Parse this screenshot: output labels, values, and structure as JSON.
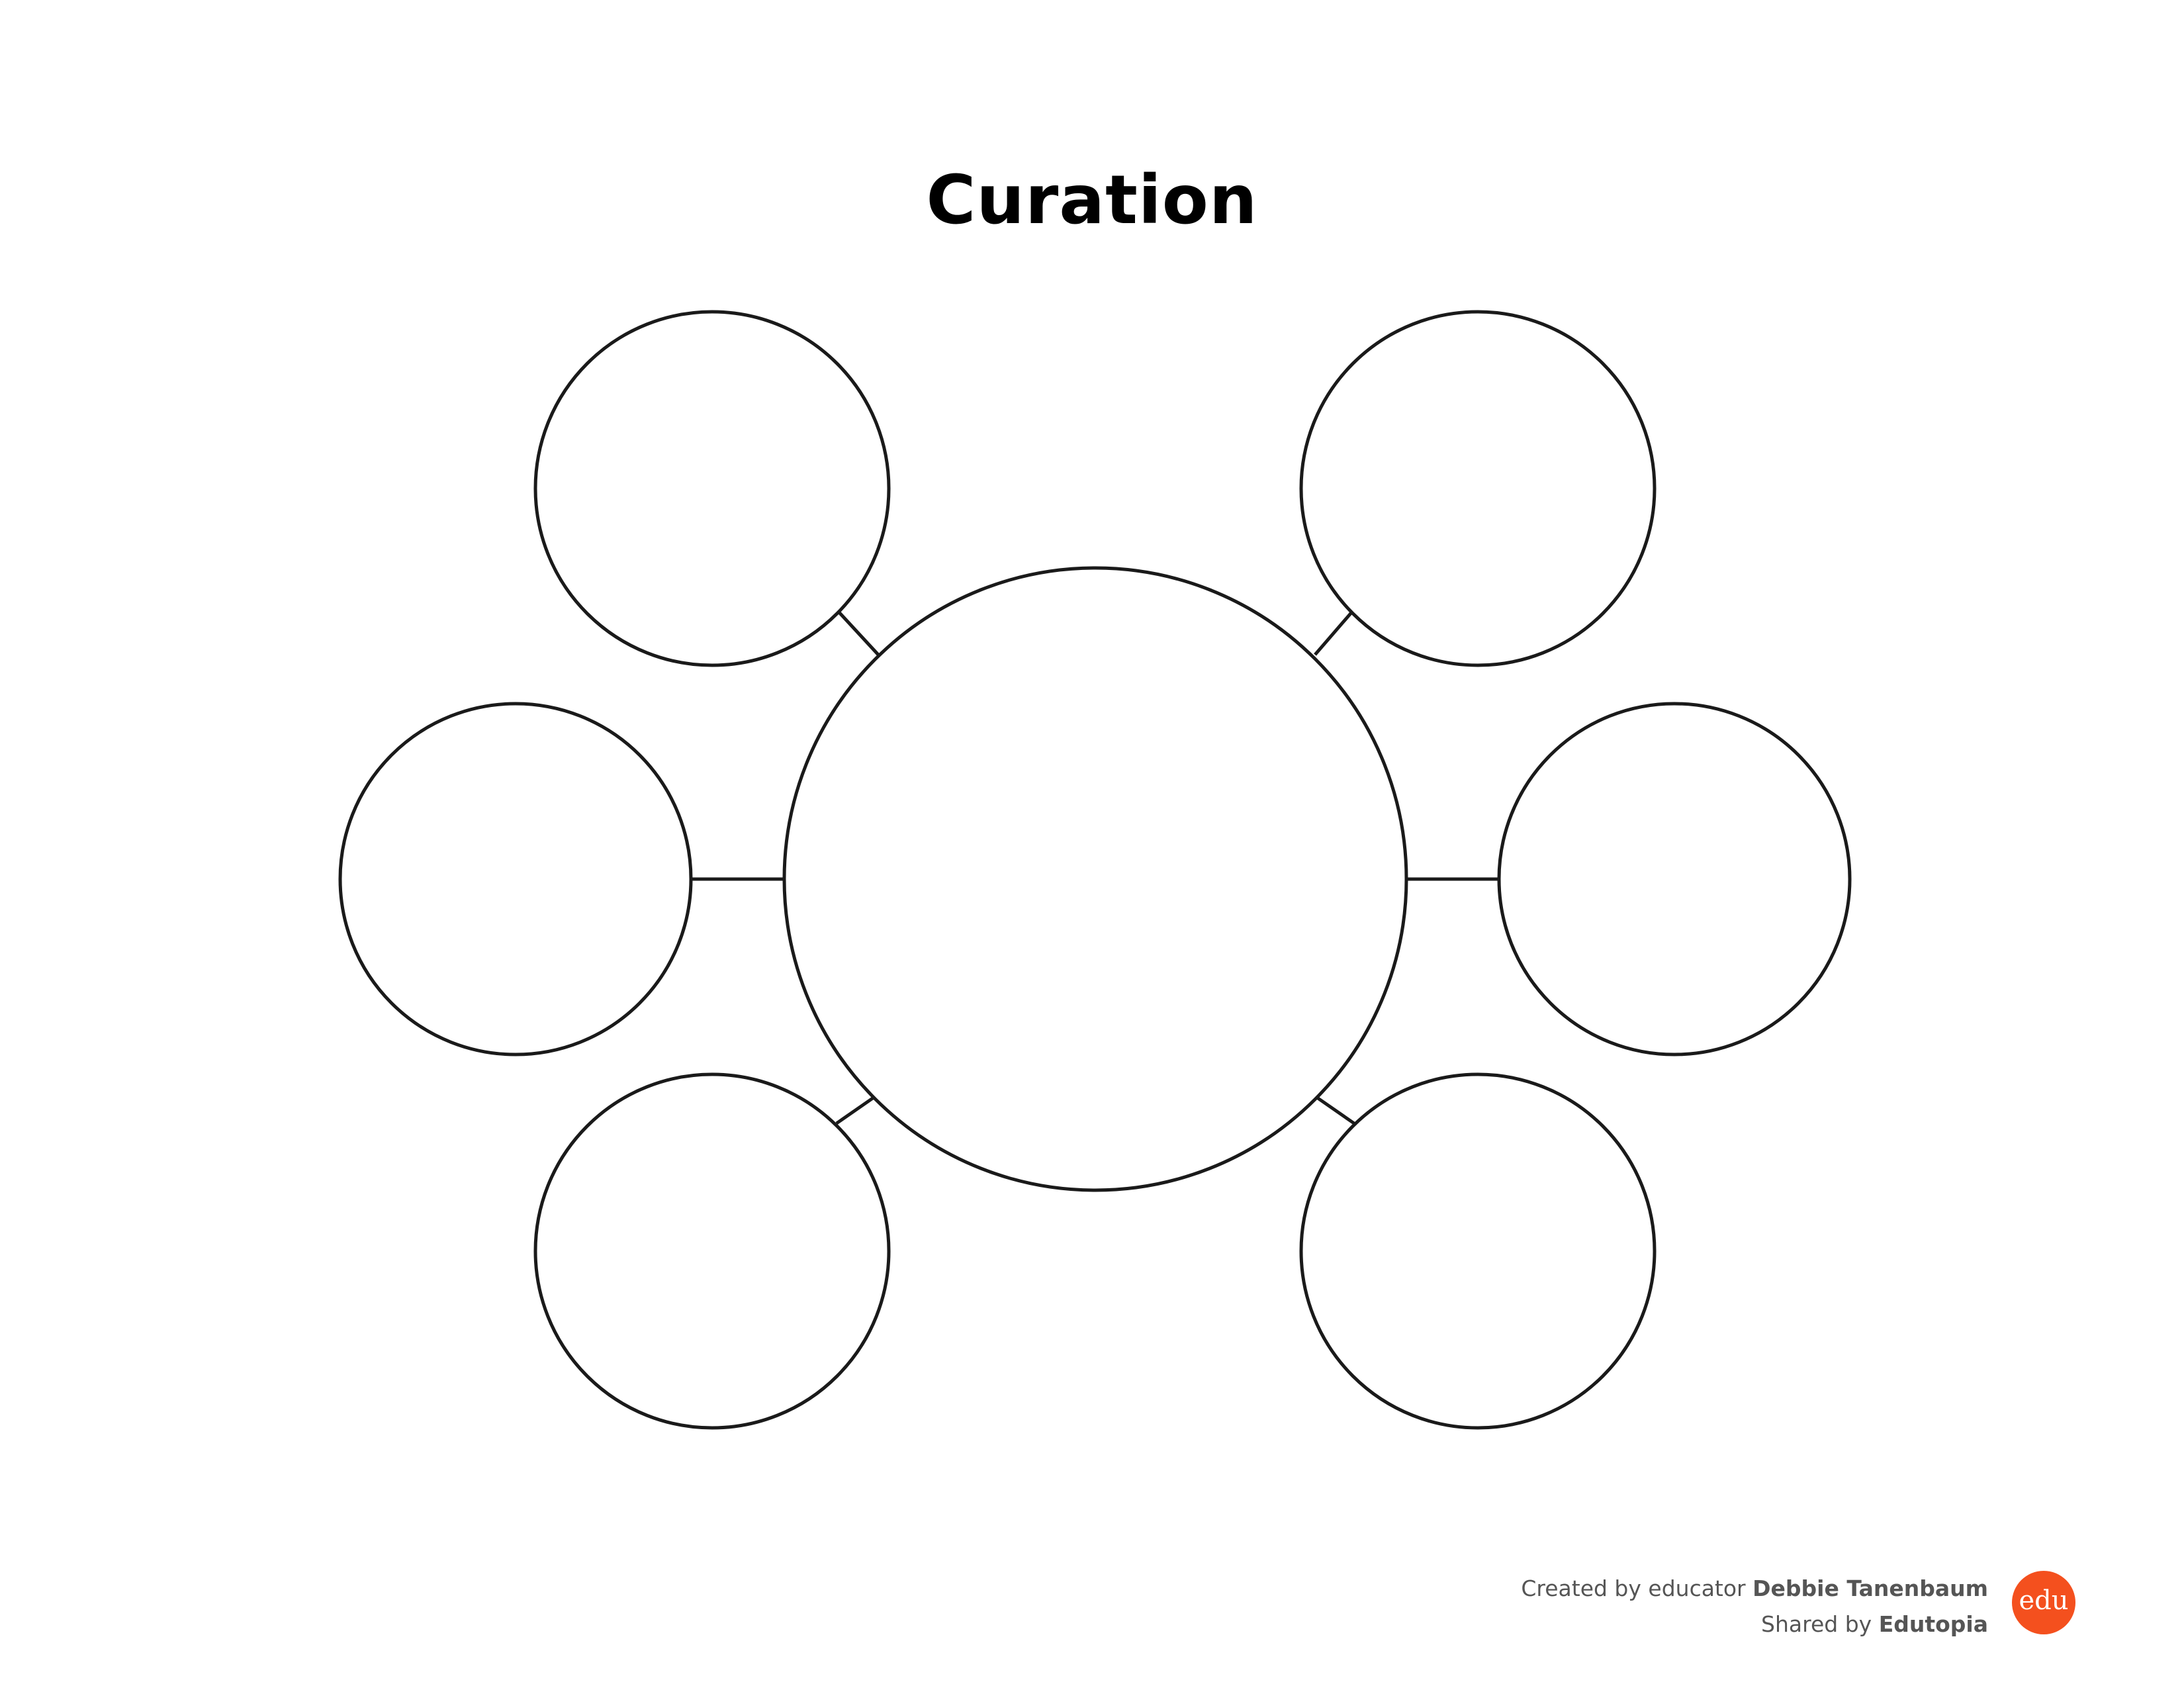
{
  "title": "Curation",
  "diagram": {
    "center_node": {
      "text": ""
    },
    "outer_nodes": [
      {
        "position": "top-left",
        "text": ""
      },
      {
        "position": "top-right",
        "text": ""
      },
      {
        "position": "middle-left",
        "text": ""
      },
      {
        "position": "middle-right",
        "text": ""
      },
      {
        "position": "bottom-left",
        "text": ""
      },
      {
        "position": "bottom-right",
        "text": ""
      }
    ],
    "stroke_color": "#1a1a1a"
  },
  "footer": {
    "created_prefix": "Created by educator ",
    "author": "Debbie Tanenbaum",
    "shared_prefix": "Shared by ",
    "publisher": "Edutopia",
    "logo_text": "edu",
    "logo_color": "#f4501e"
  }
}
